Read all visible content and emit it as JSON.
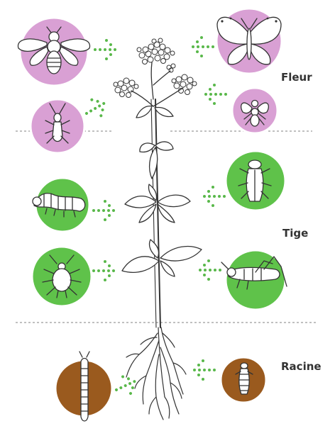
{
  "zones": {
    "fleur": "Fleur",
    "tige": "Tige",
    "racine": "Racine"
  },
  "colors": {
    "fleur": "#d9a0d4",
    "tige": "#5fc24a",
    "racine": "#9a5a1e",
    "arrow": "#59b84a",
    "ink": "#333333",
    "divider": "#9a9a9a"
  },
  "insects": [
    {
      "id": "bee",
      "zone": "fleur",
      "icon": "bee-icon"
    },
    {
      "id": "butterfly",
      "zone": "fleur",
      "icon": "butterfly-icon"
    },
    {
      "id": "bug",
      "zone": "fleur",
      "icon": "bug-icon"
    },
    {
      "id": "fly",
      "zone": "fleur",
      "icon": "fly-icon"
    },
    {
      "id": "caterpillar",
      "zone": "tige",
      "icon": "caterpillar-icon"
    },
    {
      "id": "leafhopper",
      "zone": "tige",
      "icon": "leafhopper-icon"
    },
    {
      "id": "aphid",
      "zone": "tige",
      "icon": "aphid-icon"
    },
    {
      "id": "grasshopper",
      "zone": "tige",
      "icon": "grasshopper-icon"
    },
    {
      "id": "wireworm",
      "zone": "racine",
      "icon": "wireworm-icon"
    },
    {
      "id": "grub",
      "zone": "racine",
      "icon": "grub-icon"
    }
  ]
}
